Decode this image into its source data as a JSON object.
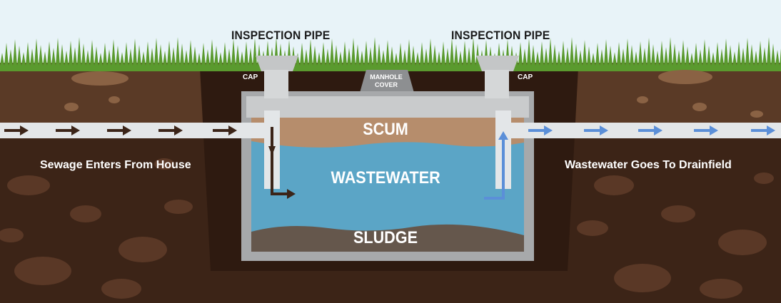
{
  "labels": {
    "inspection_pipe_left": "INSPECTION PIPE",
    "inspection_pipe_right": "INSPECTION PIPE",
    "cap_left": "CAP",
    "cap_right": "CAP",
    "manhole_line1": "MANHOLE",
    "manhole_line2": "COVER",
    "scum": "SCUM",
    "wastewater": "WASTEWATER",
    "sludge": "SLUDGE",
    "sewage_in": "Sewage Enters From House",
    "wastewater_out": "Wastewater Goes To Drainfield"
  },
  "colors": {
    "sky": "#e8f3f8",
    "grass": "#5a9a2e",
    "soil_top": "#5a3a26",
    "soil_deep": "#3c2417",
    "excavation": "#2e1a10",
    "tank_wall": "#a7a9ab",
    "scum": "#b68d6c",
    "wastewater": "#5ba5c6",
    "sludge": "#65574c",
    "pipe": "#e3e6e8",
    "arrow_in": "#3b2418",
    "arrow_out": "#5b8fd8"
  }
}
